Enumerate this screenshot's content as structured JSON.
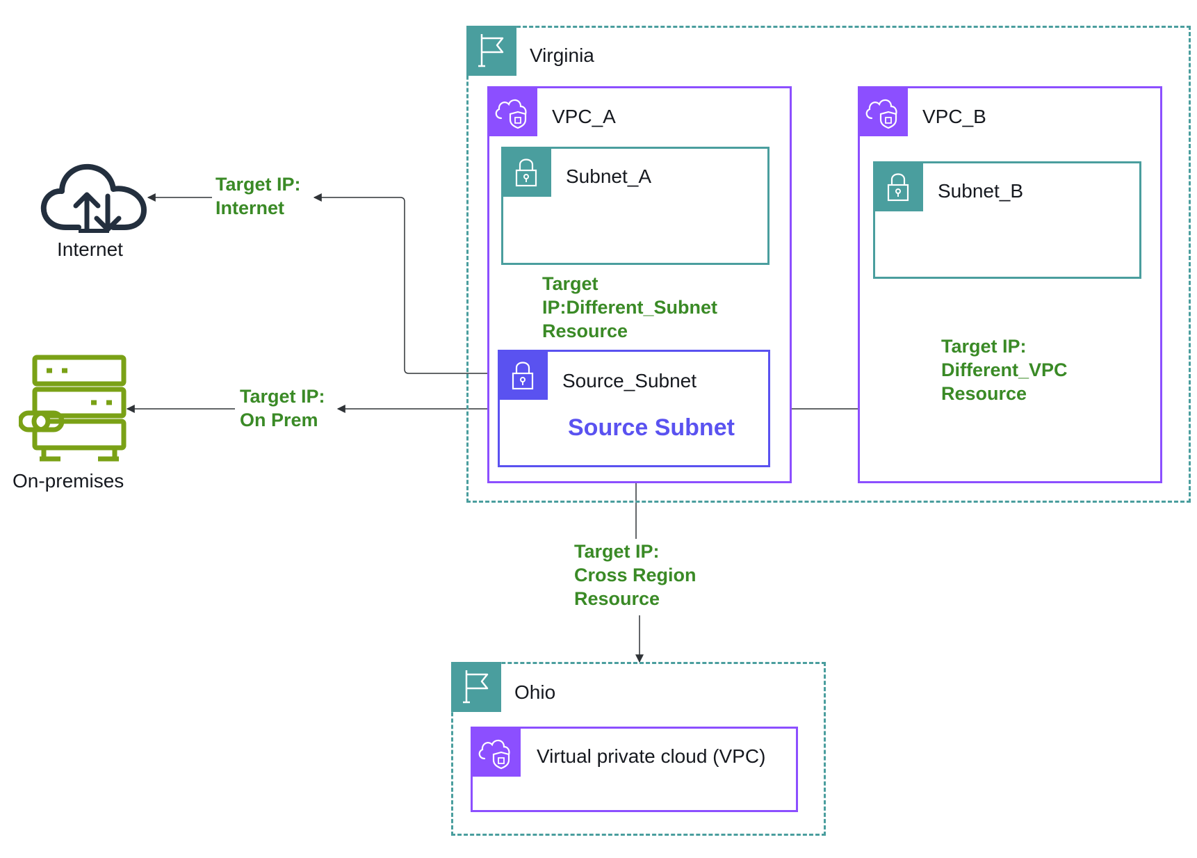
{
  "regions": {
    "virginia": {
      "label": "Virginia"
    },
    "ohio": {
      "label": "Ohio"
    }
  },
  "vpcs": {
    "vpc_a": {
      "label": "VPC_A"
    },
    "vpc_b": {
      "label": "VPC_B"
    },
    "ohio_vpc": {
      "label": "Virtual private cloud (VPC)"
    }
  },
  "subnets": {
    "subnet_a": {
      "label": "Subnet_A"
    },
    "subnet_b": {
      "label": "Subnet_B"
    },
    "source": {
      "label": "Source_Subnet",
      "title": "Source Subnet"
    }
  },
  "external": {
    "internet": {
      "label": "Internet"
    },
    "onprem": {
      "label": "On-premises"
    }
  },
  "edges": {
    "internet": "Target IP:\nInternet",
    "onprem": "Target IP:\nOn Prem",
    "different_subnet": "Target\nIP:Different_Subnet\nResource",
    "different_vpc": "Target IP:\nDifferent_VPC\nResource",
    "cross_region": "Target IP:\nCross Region\nResource"
  },
  "colors": {
    "region": "#4a9e9e",
    "vpc": "#8c4fff",
    "subnet": "#4a9e9e",
    "source_subnet": "#5a52f0",
    "edge_label": "#3a8a26",
    "onprem_icon": "#7aa116",
    "internet_icon": "#232f3e"
  }
}
